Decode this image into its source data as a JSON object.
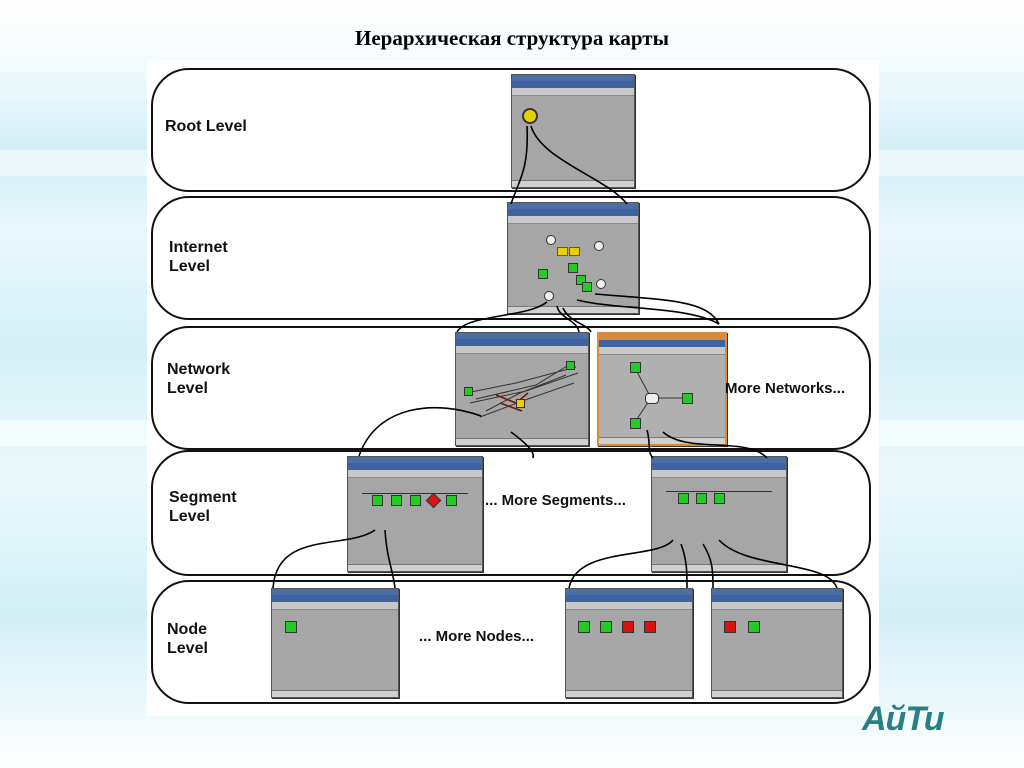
{
  "title": "Иерархическая структура карты",
  "levels": [
    {
      "label": "Root Level"
    },
    {
      "label": "Internet\nLevel"
    },
    {
      "label": "Network\nLevel"
    },
    {
      "label": "Segment\nLevel"
    },
    {
      "label": "Node\nLevel"
    }
  ],
  "more": {
    "networks": "More Networks...",
    "segments": "... More Segments...",
    "nodes": "... More Nodes..."
  },
  "logo": "АйТи",
  "colors": {
    "node_green": "#22cc22",
    "node_red": "#dd1111",
    "node_yellow": "#e8d000",
    "window_gray": "#a6a6a6",
    "accent_orange": "#d98a3a"
  }
}
